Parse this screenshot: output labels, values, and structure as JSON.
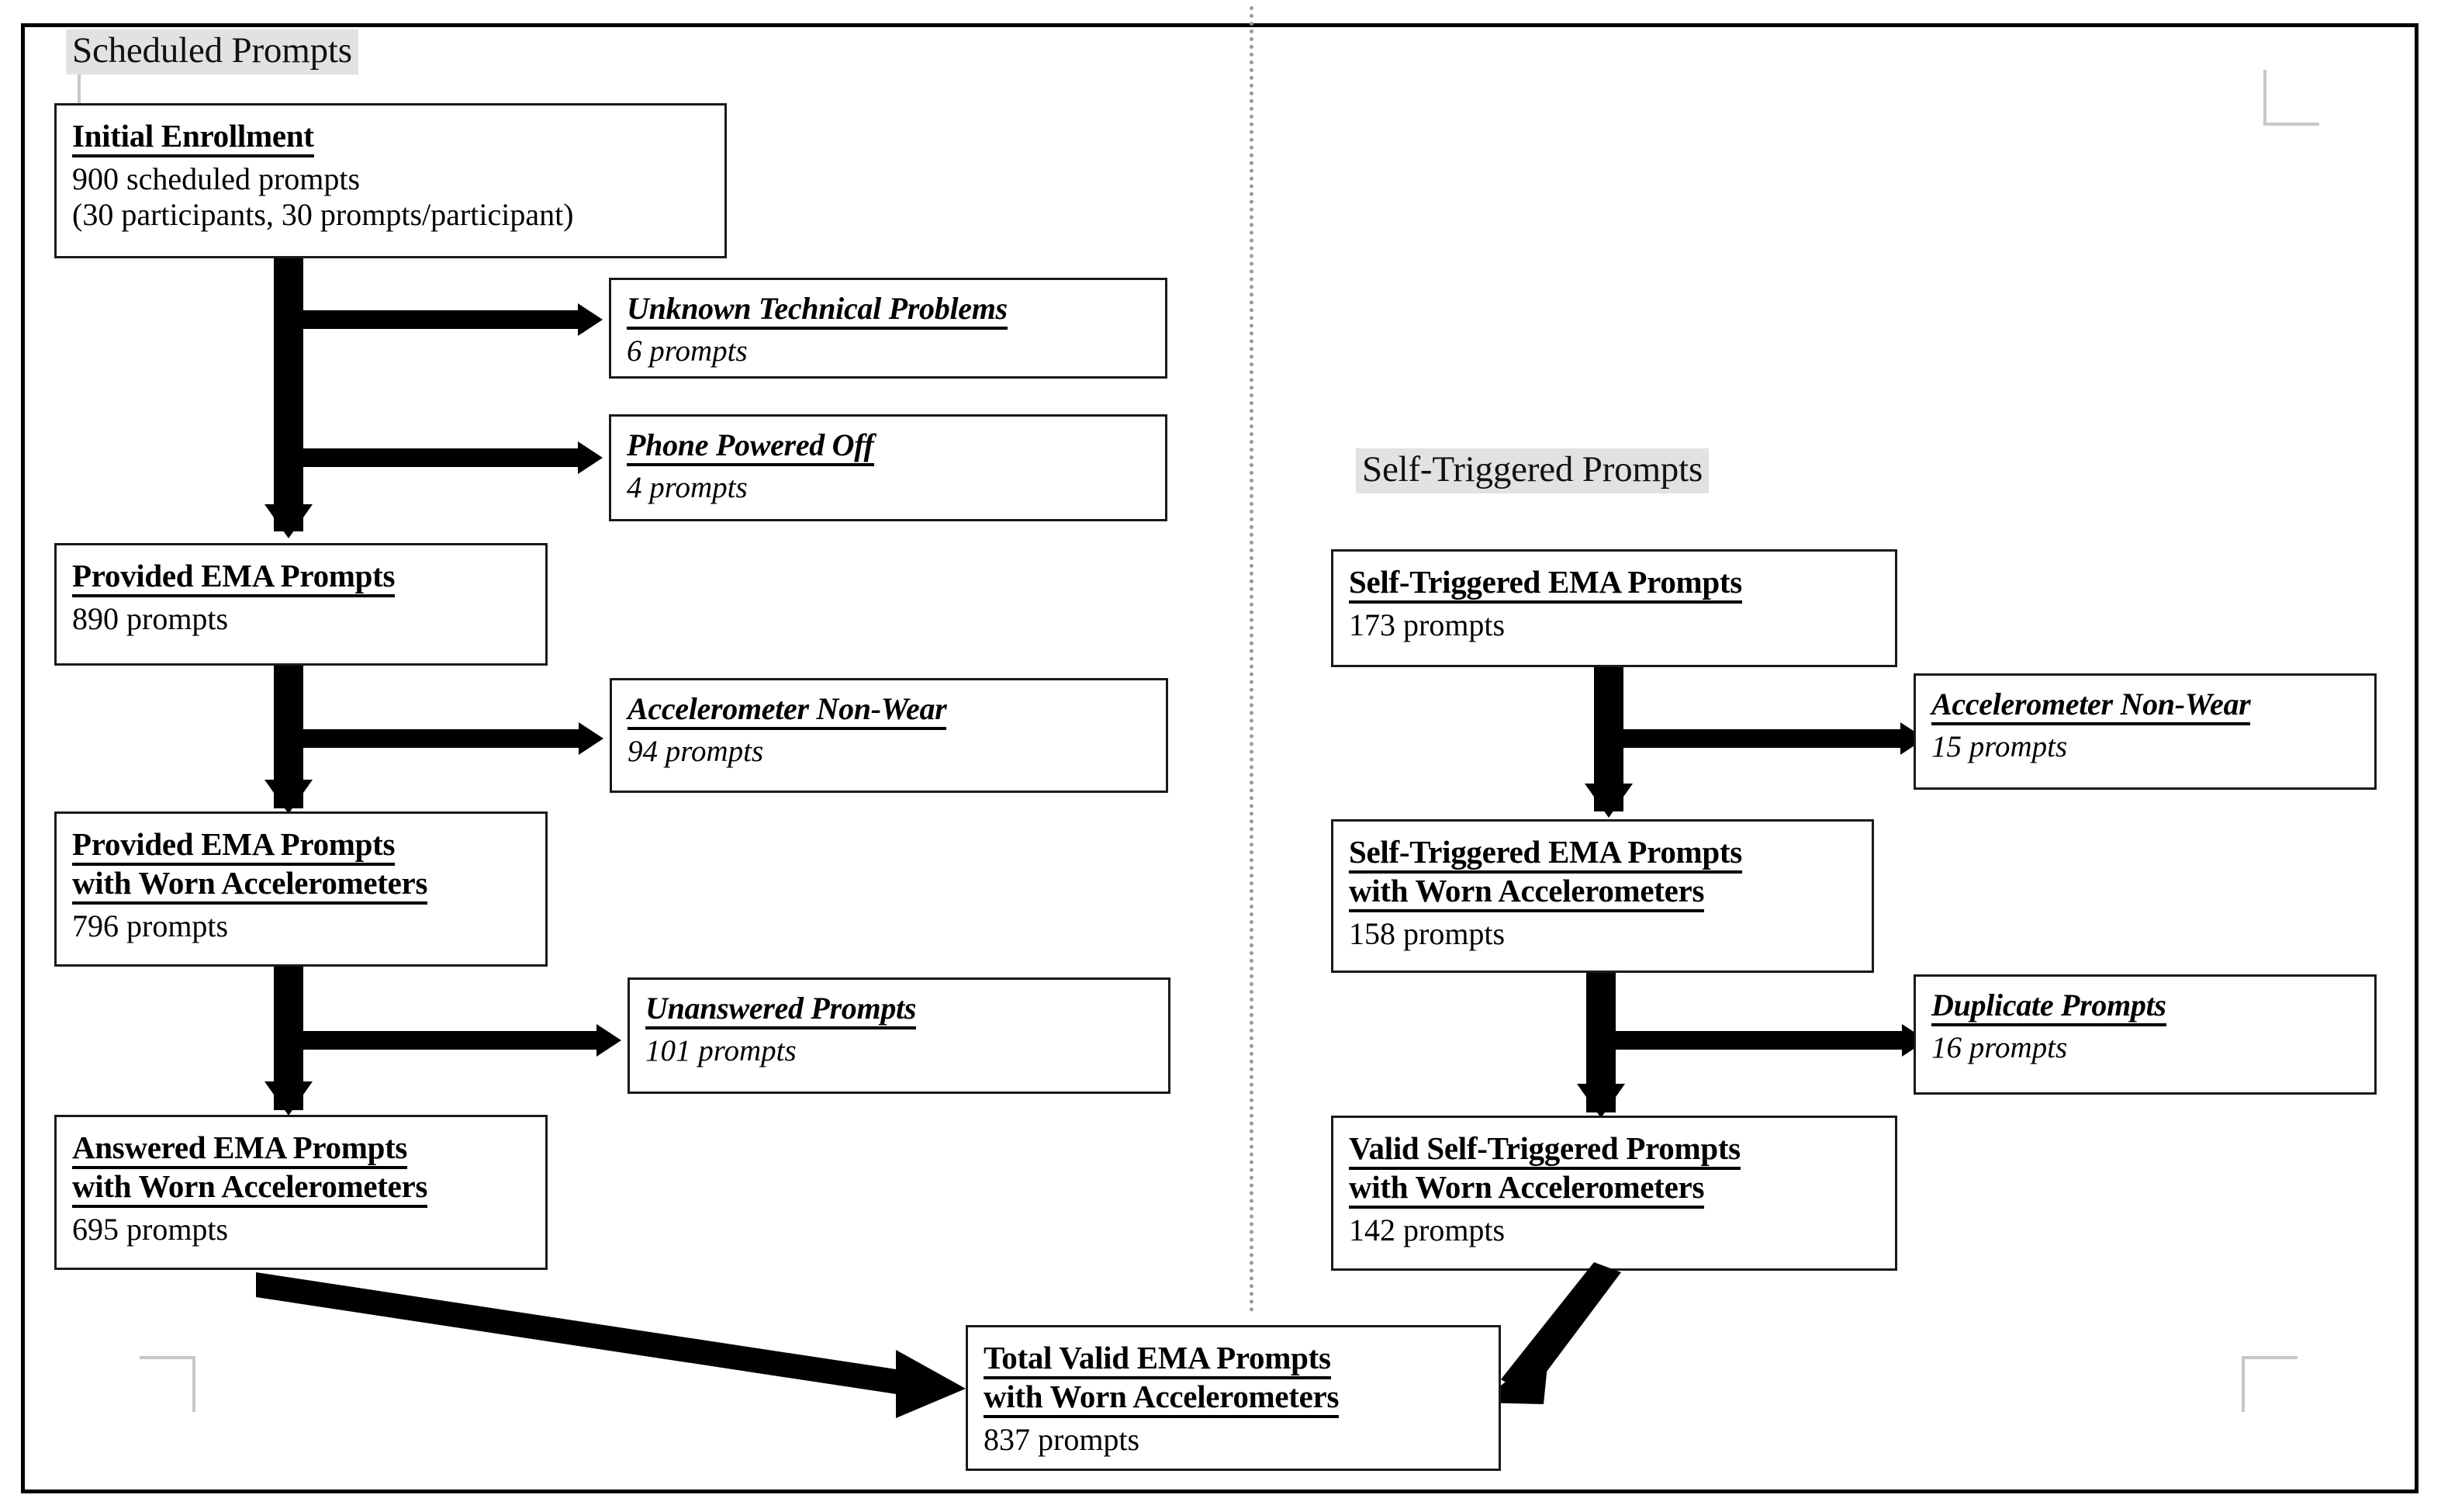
{
  "figure": {
    "type": "flowchart",
    "title_left": "Scheduled Prompts",
    "title_right": "Self-Triggered Prompts"
  },
  "sections": {
    "left_heading": "Scheduled Prompts",
    "right_heading": "Self-Triggered Prompts"
  },
  "left_flow": {
    "n1": {
      "title": "Initial Enrollment",
      "line2": "900 scheduled prompts",
      "line3": "(30 participants, 30 prompts/participant)"
    },
    "n2": {
      "title": "Provided EMA Prompts",
      "count": "890 prompts"
    },
    "n3": {
      "title_l1": "Provided EMA Prompts",
      "title_l2": "with Worn Accelerometers",
      "count": "796 prompts"
    },
    "n4": {
      "title_l1": "Answered EMA Prompts",
      "title_l2": "with Worn Accelerometers",
      "count": "695 prompts"
    }
  },
  "left_exclusions": {
    "e1": {
      "title": "Unknown Technical Problems",
      "count": "6 prompts"
    },
    "e2": {
      "title": "Phone Powered Off",
      "count": "4 prompts"
    },
    "e3": {
      "title": "Accelerometer Non-Wear",
      "count": "94 prompts"
    },
    "e4": {
      "title": "Unanswered Prompts",
      "count": "101 prompts"
    }
  },
  "right_flow": {
    "n1": {
      "title": "Self-Triggered EMA Prompts",
      "count": "173 prompts"
    },
    "n2": {
      "title_l1": "Self-Triggered EMA Prompts",
      "title_l2": "with Worn Accelerometers",
      "count": "158 prompts"
    },
    "n3": {
      "title_l1": "Valid Self-Triggered Prompts",
      "title_l2": "with Worn Accelerometers",
      "count": "142 prompts"
    }
  },
  "right_exclusions": {
    "e1": {
      "title": "Accelerometer Non-Wear",
      "count": "15 prompts"
    },
    "e2": {
      "title": "Duplicate Prompts",
      "count": "16 prompts"
    }
  },
  "total": {
    "title_l1": "Total Valid EMA Prompts",
    "title_l2": "with Worn Accelerometers",
    "count": "837 prompts"
  },
  "chart_data": {
    "type": "flowchart",
    "title": "EMA prompt disposition flow",
    "branches": [
      {
        "name": "Scheduled Prompts",
        "stages": [
          {
            "label": "Initial Enrollment",
            "value": 900,
            "unit": "scheduled prompts",
            "note": "30 participants, 30 prompts/participant"
          },
          {
            "label": "Provided EMA Prompts",
            "value": 890,
            "unit": "prompts"
          },
          {
            "label": "Provided EMA Prompts with Worn Accelerometers",
            "value": 796,
            "unit": "prompts"
          },
          {
            "label": "Answered EMA Prompts with Worn Accelerometers",
            "value": 695,
            "unit": "prompts"
          }
        ],
        "exclusions": [
          {
            "label": "Unknown Technical Problems",
            "value": 6,
            "unit": "prompts",
            "after_stage": "Initial Enrollment"
          },
          {
            "label": "Phone Powered Off",
            "value": 4,
            "unit": "prompts",
            "after_stage": "Initial Enrollment"
          },
          {
            "label": "Accelerometer Non-Wear",
            "value": 94,
            "unit": "prompts",
            "after_stage": "Provided EMA Prompts"
          },
          {
            "label": "Unanswered Prompts",
            "value": 101,
            "unit": "prompts",
            "after_stage": "Provided EMA Prompts with Worn Accelerometers"
          }
        ]
      },
      {
        "name": "Self-Triggered Prompts",
        "stages": [
          {
            "label": "Self-Triggered EMA Prompts",
            "value": 173,
            "unit": "prompts"
          },
          {
            "label": "Self-Triggered EMA Prompts with Worn Accelerometers",
            "value": 158,
            "unit": "prompts"
          },
          {
            "label": "Valid Self-Triggered Prompts with Worn Accelerometers",
            "value": 142,
            "unit": "prompts"
          }
        ],
        "exclusions": [
          {
            "label": "Accelerometer Non-Wear",
            "value": 15,
            "unit": "prompts",
            "after_stage": "Self-Triggered EMA Prompts"
          },
          {
            "label": "Duplicate Prompts",
            "value": 16,
            "unit": "prompts",
            "after_stage": "Self-Triggered EMA Prompts with Worn Accelerometers"
          }
        ]
      }
    ],
    "merge": {
      "label": "Total Valid EMA Prompts with Worn Accelerometers",
      "value": 837,
      "unit": "prompts",
      "inputs": [
        695,
        142
      ]
    }
  }
}
